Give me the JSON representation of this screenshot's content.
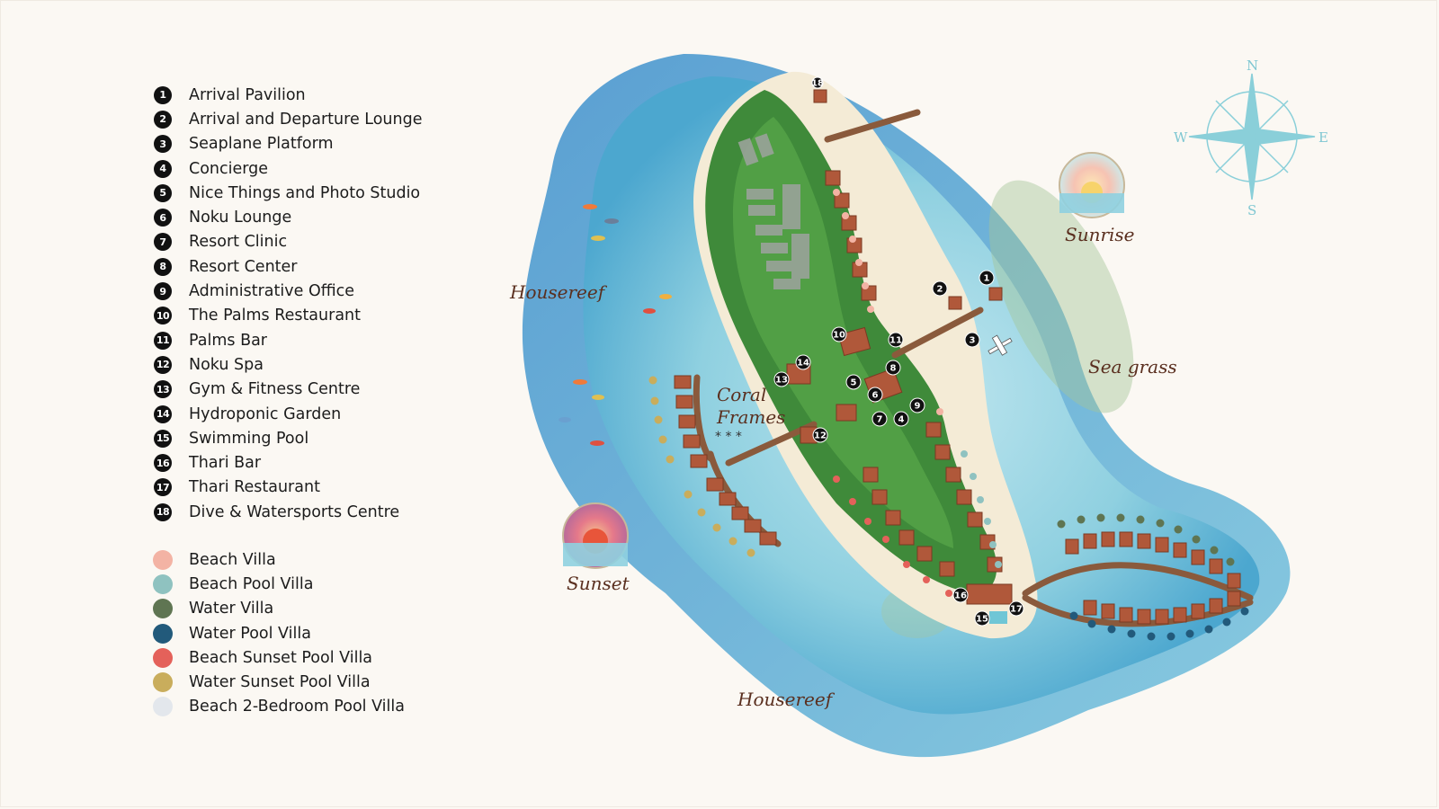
{
  "legend": {
    "facilities": [
      {
        "num": "1",
        "label": "Arrival Pavilion"
      },
      {
        "num": "2",
        "label": "Arrival and Departure Lounge"
      },
      {
        "num": "3",
        "label": "Seaplane Platform"
      },
      {
        "num": "4",
        "label": "Concierge"
      },
      {
        "num": "5",
        "label": "Nice Things and Photo Studio"
      },
      {
        "num": "6",
        "label": "Noku Lounge"
      },
      {
        "num": "7",
        "label": "Resort Clinic"
      },
      {
        "num": "8",
        "label": "Resort Center"
      },
      {
        "num": "9",
        "label": "Administrative Office"
      },
      {
        "num": "10",
        "label": "The Palms Restaurant"
      },
      {
        "num": "11",
        "label": "Palms Bar"
      },
      {
        "num": "12",
        "label": "Noku Spa"
      },
      {
        "num": "13",
        "label": "Gym & Fitness Centre"
      },
      {
        "num": "14",
        "label": "Hydroponic Garden"
      },
      {
        "num": "15",
        "label": "Swimming Pool"
      },
      {
        "num": "16",
        "label": "Thari Bar"
      },
      {
        "num": "17",
        "label": "Thari Restaurant"
      },
      {
        "num": "18",
        "label": "Dive & Watersports Centre"
      }
    ],
    "villas": [
      {
        "label": "Beach Villa",
        "color": "#f3b3a4"
      },
      {
        "label": "Beach Pool Villa",
        "color": "#8fc2c0"
      },
      {
        "label": "Water Villa",
        "color": "#5f7552"
      },
      {
        "label": "Water Pool Villa",
        "color": "#225a7b"
      },
      {
        "label": "Beach Sunset Pool Villa",
        "color": "#e4615a"
      },
      {
        "label": "Water Sunset Pool Villa",
        "color": "#c9ad5c"
      },
      {
        "label": "Beach 2-Bedroom Pool Villa",
        "color": "#e3e7ec"
      }
    ]
  },
  "map": {
    "labels": {
      "housereef_west": "Housereef",
      "housereef_south": "Housereef",
      "coral_frames_line1": "Coral",
      "coral_frames_line2": "Frames",
      "sunrise": "Sunrise",
      "sunset": "Sunset",
      "sea_grass": "Sea grass"
    },
    "compass": {
      "n": "N",
      "s": "S",
      "e": "E",
      "w": "W"
    },
    "markers": [
      "1",
      "2",
      "3",
      "4",
      "5",
      "6",
      "7",
      "8",
      "9",
      "10",
      "11",
      "12",
      "13",
      "14",
      "15",
      "16",
      "17",
      "18"
    ]
  }
}
